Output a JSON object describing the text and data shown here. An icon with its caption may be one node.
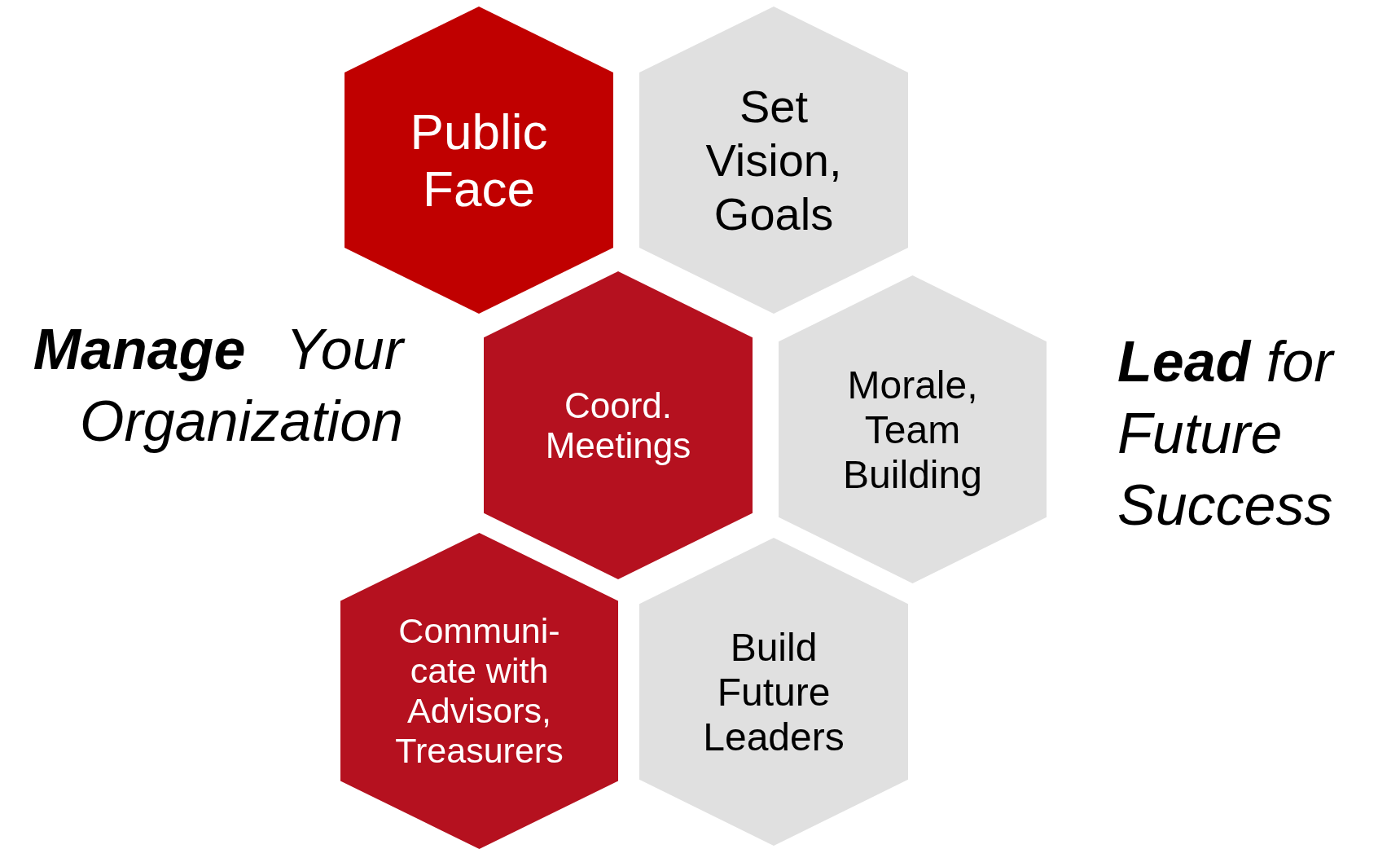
{
  "diagram": {
    "nodes": [
      {
        "text": [
          "Public Face"
        ]
      },
      {
        "text": [
          "Set Vision, Goals"
        ]
      },
      {
        "text": [
          "Coord. Meetings"
        ]
      },
      {
        "text": [
          "Morale, Team Building"
        ]
      },
      {
        "text": [
          "Communi- cate with Advisors, Treasurers"
        ]
      },
      {
        "text": [
          "Build Future Leaders"
        ]
      }
    ],
    "labels": [
      "**Manage** Your Organization",
      "**Lead** for Future Success"
    ]
  }
}
